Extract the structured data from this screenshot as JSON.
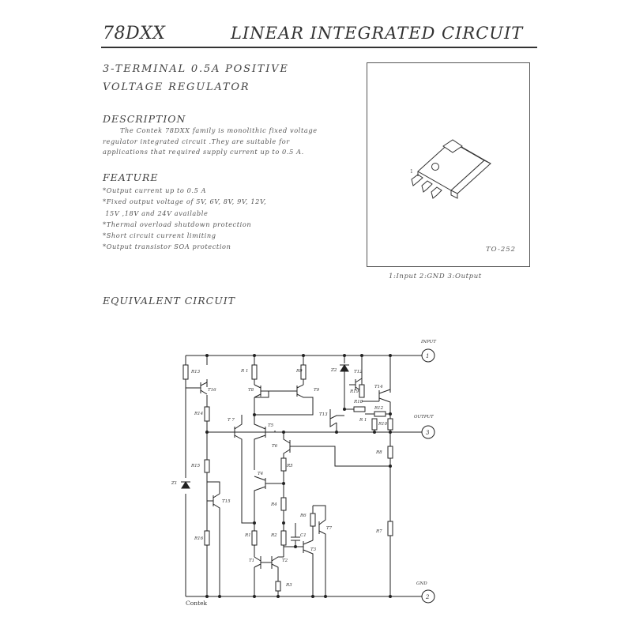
{
  "header": {
    "part_number": "78DXX",
    "title": "LINEAR INTEGRATED CIRCUIT"
  },
  "subtitle": {
    "line1": "3-TERMINAL 0.5A POSITIVE",
    "line2": "VOLTAGE REGULATOR"
  },
  "description": {
    "heading": "DESCRIPTION",
    "lines": [
      "The Contek 78DXX family is monolithic fixed voltage",
      "regulator integrated circuit .They are suitable for",
      "applications that required supply current up to 0.5 A."
    ]
  },
  "feature": {
    "heading": "FEATURE",
    "items": [
      "*Output current up to 0.5 A",
      "*Fixed output voltage of 5V, 6V, 8V, 9V, 12V,",
      " 15V ,18V and 24V available",
      "*Thermal overload shutdown protection",
      "*Short circuit current limiting",
      "*Output transistor SOA protection"
    ]
  },
  "package": {
    "name": "TO-252",
    "pin1_label": "1",
    "pins_caption": "1:Input 2:GND 3:Output"
  },
  "equivalent_circuit": {
    "heading": "EQUIVALENT CIRCUIT",
    "terminals": {
      "input": {
        "label": "INPUT",
        "number": "1"
      },
      "output": {
        "label": "OUTPUT",
        "number": "3"
      },
      "gnd": {
        "label": "GND",
        "number": "2"
      }
    },
    "component_labels": {
      "r13": "R13",
      "r14": "R14",
      "r15": "R15",
      "r16": "R16",
      "r1a": "R  1",
      "r9": "R9",
      "r19": "R19",
      "r18": "R18",
      "r12": "R12",
      "r1b": "R  1",
      "r10": "R10",
      "r8": "R8",
      "r7": "R7",
      "r5": "R5",
      "r4": "R4",
      "r6": "R6",
      "r1": "R1",
      "r2": "R2",
      "r3": "R3",
      "t16": "T16",
      "t8": "T8",
      "t9": "T9",
      "t12": "T12",
      "t14": "T14",
      "t13": "T13",
      "t7a": "T  7",
      "t5": "T5",
      "t6": "T6",
      "t4": "T4",
      "t15": "T15",
      "t7": "T7",
      "t1": "T1",
      "t2": "T2",
      "t3": "T3",
      "z1": "Z1",
      "z2": "Z2",
      "c1": "C1"
    },
    "maker": "Contek"
  }
}
